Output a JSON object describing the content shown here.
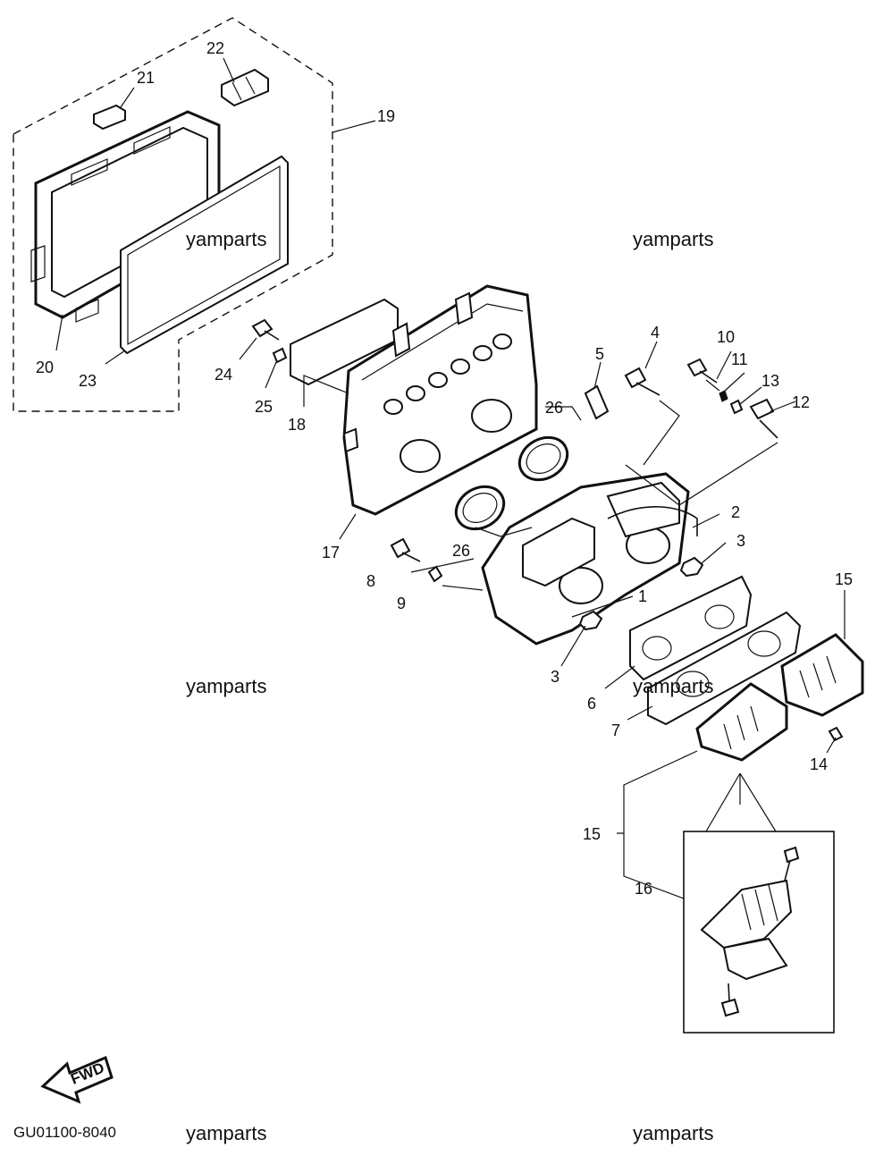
{
  "watermarks": [
    "yamparts",
    "yamparts",
    "yamparts",
    "yamparts",
    "yamparts",
    "yamparts"
  ],
  "diagram_code": "GU01100-8040",
  "fwd_label": "FWD",
  "callouts": {
    "c1": "1",
    "c2": "2",
    "c3a": "3",
    "c3b": "3",
    "c4": "4",
    "c5": "5",
    "c6": "6",
    "c7": "7",
    "c8": "8",
    "c9": "9",
    "c10": "10",
    "c11": "11",
    "c12": "12",
    "c13": "13",
    "c14": "14",
    "c15a": "15",
    "c15b": "15",
    "c16": "16",
    "c17": "17",
    "c18": "18",
    "c19": "19",
    "c20": "20",
    "c21": "21",
    "c22": "22",
    "c23": "23",
    "c24": "24",
    "c25": "25",
    "c26a": "26",
    "c26b": "26"
  }
}
